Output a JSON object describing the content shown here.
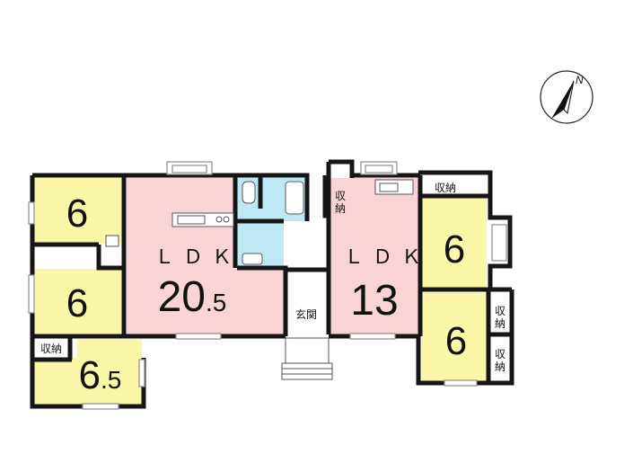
{
  "colors": {
    "wall": "#161616",
    "tatami": "#fbf7a8",
    "ldk": "#f9d4d7",
    "water": "#bfe8f5",
    "floor": "#ffffff",
    "window": "#9a9a9a"
  },
  "compass": {
    "north_label": "N",
    "icon": "north-arrow-icon"
  },
  "rooms": {
    "west_top": {
      "size": "6"
    },
    "west_mid": {
      "size": "6"
    },
    "west_bottom": {
      "size": "6",
      "fraction": ".5"
    },
    "west_storage": {
      "label": "収納"
    },
    "ldk_left": {
      "title": "ＬＤＫ",
      "size": "20",
      "fraction": ".5"
    },
    "entrance": {
      "label": "玄関"
    },
    "top_storage": {
      "label_line1": "収",
      "label_line2": "納"
    },
    "ldk_right": {
      "title": "ＬＤＫ",
      "size": "13"
    },
    "east_top": {
      "size": "6"
    },
    "east_top_storage": {
      "label": "収納"
    },
    "east_bottom": {
      "size": "6"
    },
    "east_storage_a": {
      "label_line1": "収",
      "label_line2": "納"
    },
    "east_storage_b": {
      "label_line1": "収",
      "label_line2": "納"
    }
  }
}
